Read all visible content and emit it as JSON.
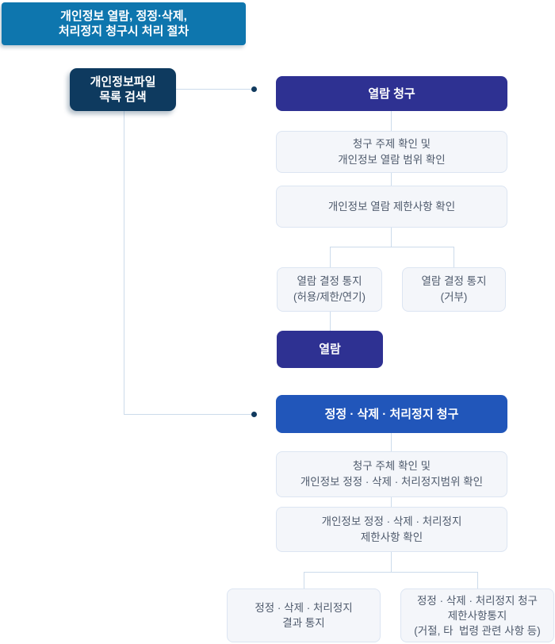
{
  "header": {
    "lines": [
      "개인정보 열람, 정정·삭제,",
      "처리정지 청구시 처리 절차"
    ]
  },
  "start": {
    "lines": [
      "개인정보파일",
      "목록 검색"
    ]
  },
  "section1": {
    "title": "열람 청구",
    "step1": {
      "lines": [
        "청구 주제 확인 및",
        "개인정보 열람 범위 확인"
      ]
    },
    "step2": {
      "lines": [
        "개인정보 열람 제한사항 확인"
      ]
    },
    "branch_left": {
      "lines": [
        "열람 결정 통지",
        "(허용/제한/연기)"
      ]
    },
    "branch_right": {
      "lines": [
        "열람 결정 통지",
        "(거부)"
      ]
    },
    "result": "열람"
  },
  "section2": {
    "title": "정정 · 삭제 · 처리정지 청구",
    "step1": {
      "lines": [
        "청구 주체 확인 및",
        "개인정보 정정 · 삭제 · 처리정지범위 확인"
      ]
    },
    "step2": {
      "lines": [
        "개인정보 정정 · 삭제 · 처리정지",
        "제한사항 확인"
      ]
    },
    "branch_left": {
      "lines": [
        "정정 · 삭제 · 처리정지",
        "결과 통지"
      ]
    },
    "branch_right": {
      "lines": [
        "정정 · 삭제 · 처리정지 청구",
        "제한사항통지",
        "(거절, 타  법령 관련 사항 등)"
      ]
    }
  },
  "colors": {
    "header_blue": "#0e76ae",
    "start_navy": "#0e3a5f",
    "indigo": "#2e3192",
    "royal_blue": "#2156ba",
    "light_fill": "#f4f6fa",
    "light_border": "#dce5f2",
    "connector_line": "#ccdbeb",
    "connector_dot": "#113a5e",
    "light_text": "#4e5a6c"
  }
}
